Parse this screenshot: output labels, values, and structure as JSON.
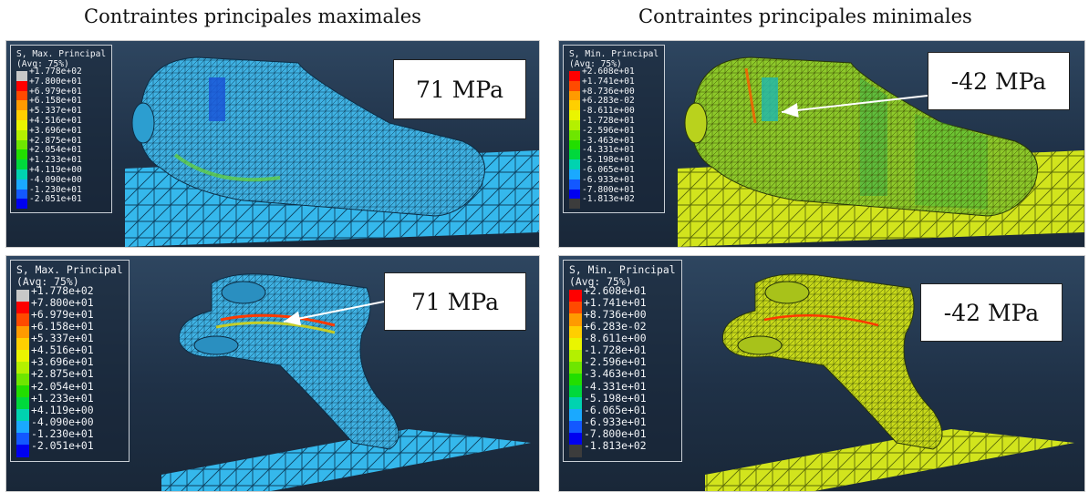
{
  "titles": {
    "left": "Contraintes principales maximales",
    "right": "Contraintes principales minimales"
  },
  "panels": [
    {
      "id": "top-left",
      "legend_title": [
        "S, Max. Principal",
        "(Avg: 75%)"
      ],
      "legend_values": [
        "+1.778e+02",
        "+7.800e+01",
        "+6.979e+01",
        "+6.158e+01",
        "+5.337e+01",
        "+4.516e+01",
        "+3.696e+01",
        "+2.875e+01",
        "+2.054e+01",
        "+1.233e+01",
        "+4.119e+00",
        "-4.090e+00",
        "-1.230e+01",
        "-2.051e+01"
      ],
      "callout": "71 MPa",
      "dominant_color": "#33b7ea"
    },
    {
      "id": "top-right",
      "legend_title": [
        "S, Min. Principal",
        "(Avg: 75%)"
      ],
      "legend_values": [
        "+2.608e+01",
        "+1.741e+01",
        "+8.736e+00",
        "+6.283e-02",
        "-8.611e+00",
        "-1.728e+01",
        "-2.596e+01",
        "-3.463e+01",
        "-4.331e+01",
        "-5.198e+01",
        "-6.065e+01",
        "-6.933e+01",
        "-7.800e+01",
        "-1.813e+02"
      ],
      "callout": "-42 MPa",
      "dominant_color": "#cfe11c"
    },
    {
      "id": "bottom-left",
      "legend_title": [
        "S, Max. Principal",
        "(Avg: 75%)"
      ],
      "legend_values": [
        "+1.778e+02",
        "+7.800e+01",
        "+6.979e+01",
        "+6.158e+01",
        "+5.337e+01",
        "+4.516e+01",
        "+3.696e+01",
        "+2.875e+01",
        "+2.054e+01",
        "+1.233e+01",
        "+4.119e+00",
        "-4.090e+00",
        "-1.230e+01",
        "-2.051e+01"
      ],
      "callout": "71 MPa",
      "dominant_color": "#33b7ea"
    },
    {
      "id": "bottom-right",
      "legend_title": [
        "S, Min. Principal",
        "(Avg: 75%)"
      ],
      "legend_values": [
        "+2.608e+01",
        "+1.741e+01",
        "+8.736e+00",
        "+6.283e-02",
        "-8.611e+00",
        "-1.728e+01",
        "-2.596e+01",
        "-3.463e+01",
        "-4.331e+01",
        "-5.198e+01",
        "-6.065e+01",
        "-6.933e+01",
        "-7.800e+01",
        "-1.813e+02"
      ],
      "callout": "-42 MPa",
      "dominant_color": "#cfe11c"
    }
  ],
  "colors": {
    "max_scale": [
      "#c8c8c8",
      "#ff0000",
      "#ff4a00",
      "#ff9a00",
      "#ffcf00",
      "#eaf500",
      "#b4f000",
      "#6ee600",
      "#22de00",
      "#00d83c",
      "#00d3b0",
      "#1aa9ff",
      "#1358ff",
      "#0000f0"
    ],
    "min_scale": [
      "#ff0000",
      "#ff4a00",
      "#ff9a00",
      "#ffcf00",
      "#eaf500",
      "#b4f000",
      "#6ee600",
      "#22de00",
      "#00d83c",
      "#00d3b0",
      "#1aa9ff",
      "#1358ff",
      "#0000f0",
      "#3c3c3c"
    ]
  }
}
